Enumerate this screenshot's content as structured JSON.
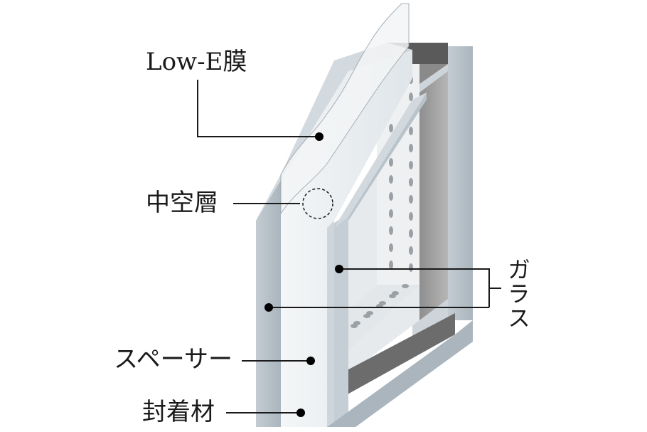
{
  "labels": {
    "low_e_film": "Low-E膜",
    "hollow_layer": "中空層",
    "glass": "ガラス",
    "spacer": "スペーサー",
    "sealant": "封着材"
  },
  "colors": {
    "glass_face": "#e8ecef",
    "glass_edge": "#b9c3ca",
    "glass_top": "#cdd5db",
    "spacer_dark": "#5a5a5a",
    "spacer_light": "#d8d8d8",
    "leader": "#1a1a1a"
  }
}
